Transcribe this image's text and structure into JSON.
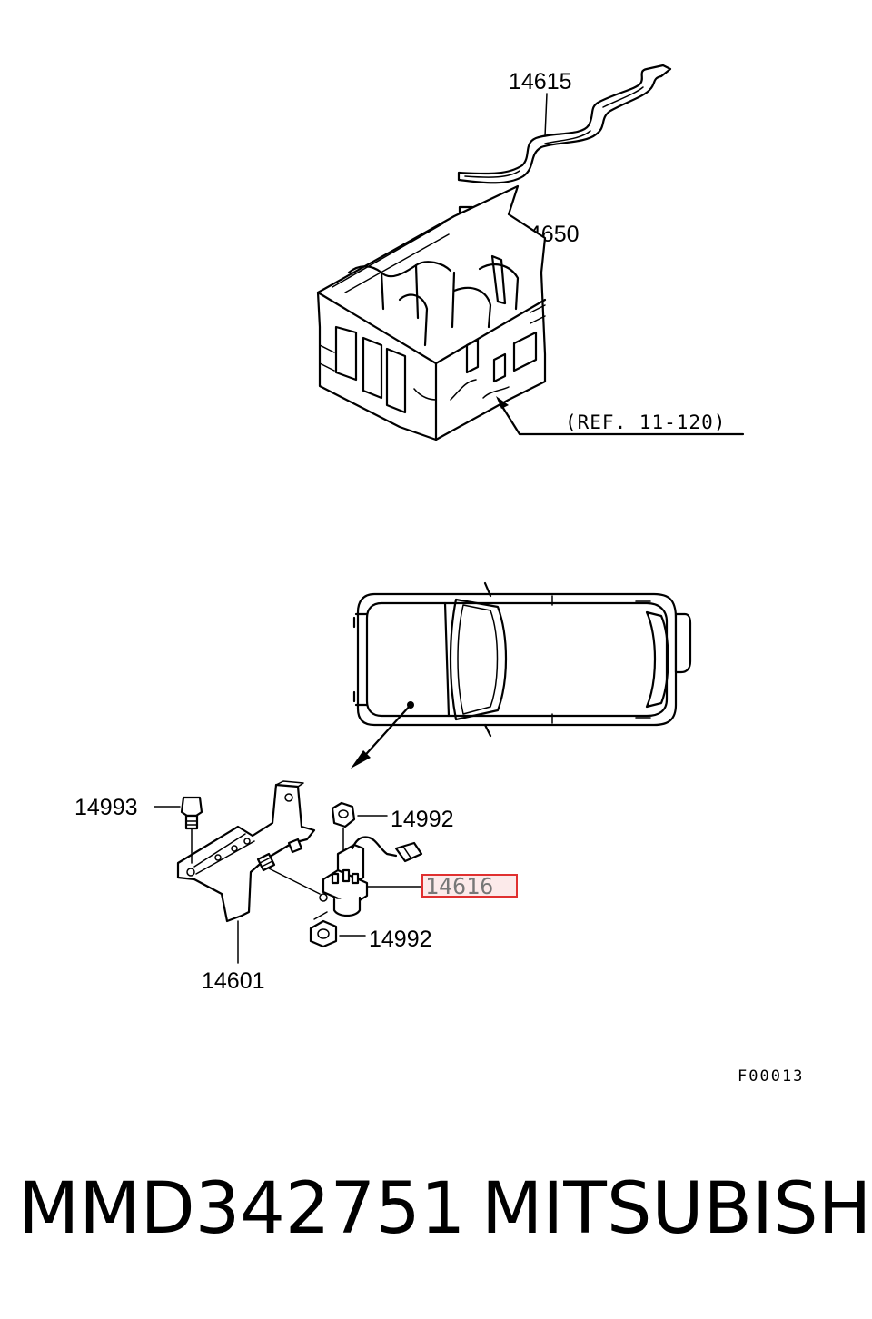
{
  "diagram": {
    "callouts": {
      "gasket": "14615",
      "glow_plug": "14650",
      "reference": "(REF. 11-120)",
      "bolt": "14993",
      "nut_upper": "14992",
      "relay": "14616",
      "nut_lower": "14992",
      "bracket": "14601"
    },
    "figure_code": "F00013",
    "highlight_color": "#e03030"
  },
  "caption": {
    "part_number": "MMD342751",
    "brand": "MITSUBISHI"
  }
}
